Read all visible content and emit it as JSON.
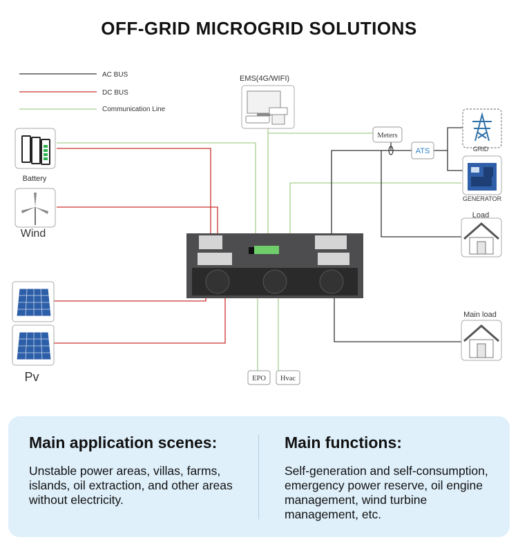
{
  "title": "OFF-GRID MICROGRID SOLUTIONS",
  "legend": [
    {
      "label": "AC BUS",
      "color": "#333333"
    },
    {
      "label": "DC BUS",
      "color": "#c9302c"
    },
    {
      "label": "Communication Line",
      "color": "#a8d08d"
    }
  ],
  "nodes": {
    "ems": "EMS(4G/WIFI)",
    "battery": "Battery",
    "wind": "Wind",
    "pv": "Pv",
    "meters": "Meters",
    "ats": "ATS",
    "grid": "GRID",
    "generator": "GENERATOR",
    "load": "Load",
    "main_load": "Main load",
    "epo": "EPO",
    "hvac": "Hvac"
  },
  "colors": {
    "ac_bus": "#333333",
    "dc_bus": "#c9302c",
    "comm_line": "#a8d08d",
    "panel_bg": "#dff0fb",
    "ats_blue": "#2f7fc1"
  },
  "info": {
    "scenes_title": "Main application scenes:",
    "scenes_text": "Unstable power areas, villas, farms, islands, oil extraction, and other areas without electricity.",
    "functions_title": "Main functions:",
    "functions_text": "Self-generation and self-consumption, emergency power reserve, oil engine management, wind turbine management, etc."
  }
}
